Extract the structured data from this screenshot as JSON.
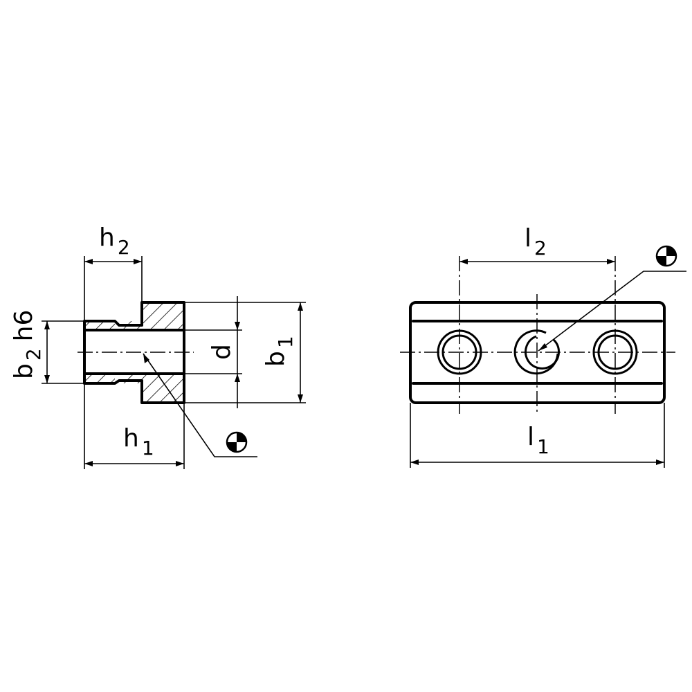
{
  "side_view": {
    "dim_h2": {
      "main": "h",
      "sub": "2"
    },
    "dim_h1": {
      "main": "h",
      "sub": "1"
    },
    "dim_b2": {
      "main": "b",
      "sub": "2",
      "tol": "h6"
    },
    "dim_d": {
      "main": "d"
    },
    "dim_b1": {
      "main": "b",
      "sub": "1"
    }
  },
  "top_view": {
    "dim_l2": {
      "main": "l",
      "sub": "2"
    },
    "dim_l1": {
      "main": "l",
      "sub": "1"
    }
  },
  "symbols": {
    "centroid_symbol": "center-of-mass-icon"
  }
}
